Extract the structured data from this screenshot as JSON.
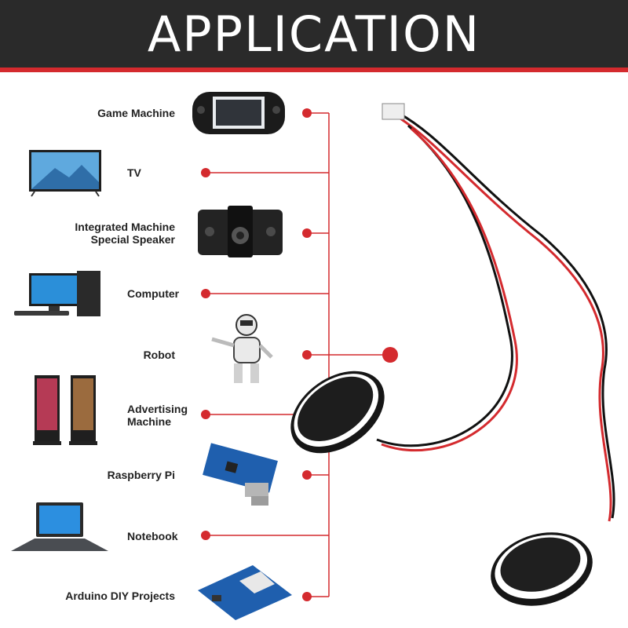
{
  "title": "APPLICATION",
  "colors": {
    "banner": "#2a2a2a",
    "accent": "#d42a2e",
    "text": "#222222"
  },
  "applications": [
    {
      "label": "Game Machine",
      "icon": "game-console-icon"
    },
    {
      "label": "TV",
      "icon": "tv-icon"
    },
    {
      "label": "Integrated Machine\nSpecial Speaker",
      "icon": "speaker-array-icon"
    },
    {
      "label": "Computer",
      "icon": "desktop-computer-icon"
    },
    {
      "label": "Robot",
      "icon": "robot-icon"
    },
    {
      "label": "Advertising\nMachine",
      "icon": "kiosk-icon"
    },
    {
      "label": "Raspberry Pi",
      "icon": "circuit-board-icon"
    },
    {
      "label": "Notebook",
      "icon": "laptop-icon"
    },
    {
      "label": "Arduino DIY Projects",
      "icon": "arduino-board-icon"
    }
  ],
  "product": {
    "icon": "mini-speaker-pair-icon"
  }
}
